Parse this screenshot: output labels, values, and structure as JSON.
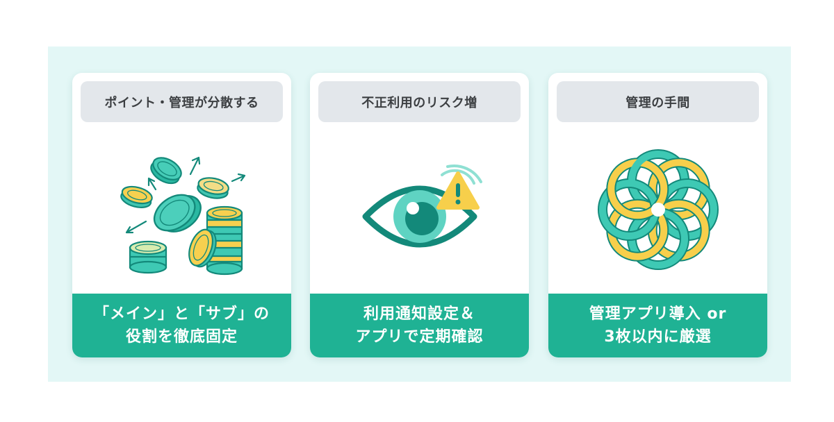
{
  "colors": {
    "panel_bg": "#e3f7f6",
    "card_bg": "#ffffff",
    "header_bg": "#e3e7eb",
    "header_text": "#3c3f42",
    "footer_bg": "#1fb294",
    "footer_text": "#ffffff",
    "icon_teal": "#3ec9b4",
    "icon_dark_teal": "#13897a",
    "icon_yellow": "#f7d04f"
  },
  "cards": [
    {
      "header": "ポイント・管理が分散する",
      "icon": "scattered-coins-icon",
      "footer_lines": [
        "「メイン」と「サブ」の",
        "役割を徹底固定"
      ]
    },
    {
      "header": "不正利用のリスク増",
      "icon": "eye-warning-icon",
      "footer_lines": [
        "利用通知設定＆",
        "アプリで定期確認"
      ]
    },
    {
      "header": "管理の手間",
      "icon": "tangled-knot-icon",
      "footer_lines": [
        "管理アプリ導入 or",
        "3枚以内に厳選"
      ]
    }
  ]
}
